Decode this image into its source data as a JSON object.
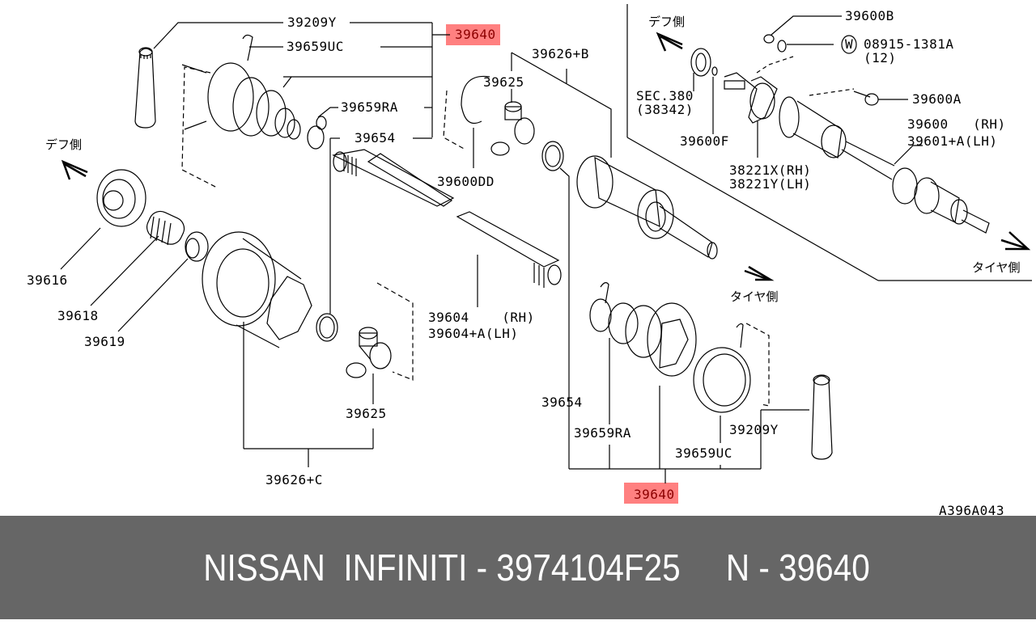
{
  "diagram": {
    "figure_code": "A396A043",
    "highlight_color": "#ff8080",
    "direction_labels": {
      "diff_side": "デフ側",
      "tire_side": "タイヤ側"
    },
    "labels": {
      "p39209Y_top": "39209Y",
      "p39659UC_top": "39659UC",
      "p39640_top": "39640",
      "p39659RA_top": "39659RA",
      "p39654_top": "39654",
      "p39626B": "39626+B",
      "p39625_top": "39625",
      "p39600DD": "39600DD",
      "p39616": "39616",
      "p39618": "39618",
      "p39619": "39619",
      "p39604_rh": "39604    (RH)",
      "p39604_lh": "39604+A(LH)",
      "p39625_bottom": "39625",
      "p39626C": "39626+C",
      "p39654_bottom": "39654",
      "p39659RA_bottom": "39659RA",
      "p39659UC_bottom": "39659UC",
      "p39209Y_bottom": "39209Y",
      "p39640_bottom": "39640",
      "p39600B": "39600B",
      "p08915_circle": "W",
      "p08915": "08915-1381A",
      "p08915_qty": "(12)",
      "sec380": "SEC.380",
      "sec380_ref": "(38342)",
      "p39600F": "39600F",
      "p38221X": "38221X(RH)",
      "p38221Y": "38221Y(LH)",
      "p39600A": "39600A",
      "p39600_rh": "39600   (RH)",
      "p39601_lh": "39601+A(LH)"
    }
  },
  "footer": {
    "brand": "NISSAN  INFINITI",
    "separator1": " - ",
    "part_number": "3974104F25",
    "gap": "     ",
    "ref_prefix": "N",
    "separator2": " - ",
    "ref_number": "39640"
  }
}
